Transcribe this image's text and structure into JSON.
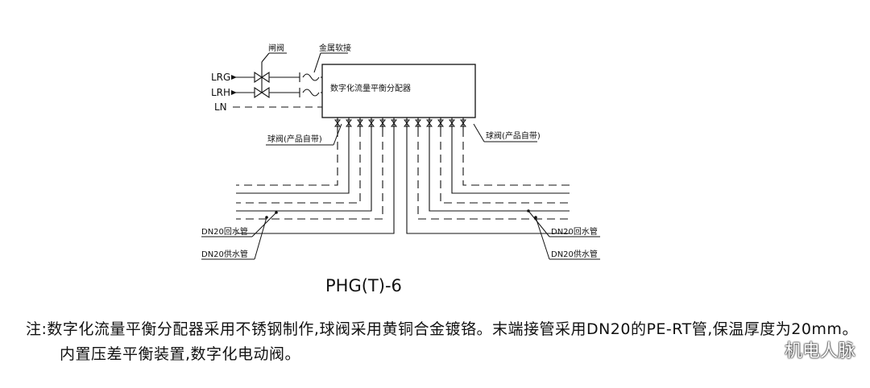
{
  "labels": {
    "gate_valve": "闸阀",
    "flex_joint": "金属软接",
    "line_lrg": "LRG",
    "line_lrh": "LRH",
    "line_ln": "LN",
    "distributor": "数字化流量平衡分配器",
    "ball_valve_left": "球阀(产品自带)",
    "ball_valve_right": "球阀(产品自带)",
    "return_left": "DN20回水管",
    "supply_left": "DN20供水管",
    "return_right": "DN20回水管",
    "supply_right": "DN20供水管",
    "model": "PHG(T)-6"
  },
  "note": {
    "line1": "注:数字化流量平衡分配器采用不锈钢制作,球阀采用黄铜合金镀铬。末端接管采用DN20的PE-RT管,保温厚度为20mm。",
    "line2": "内置压差平衡装置,数字化电动阀。"
  },
  "watermark": {
    "text": "机电人脉",
    "icon": "wechat-icon"
  },
  "colors": {
    "ink": "#111111",
    "background": "#ffffff"
  }
}
